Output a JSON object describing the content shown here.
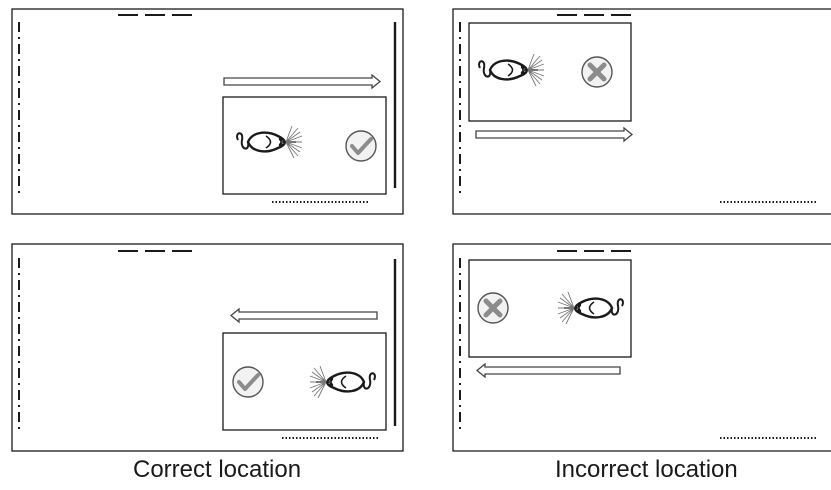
{
  "captions": {
    "left": "Correct location",
    "right": "Incorrect location"
  },
  "panels": [
    {
      "id": "top-left",
      "condition": "correct",
      "arrow": "right",
      "subpanel": "bottom-right",
      "mouse_facing": "right",
      "marker": "check-icon"
    },
    {
      "id": "top-right",
      "condition": "incorrect",
      "arrow": "right",
      "subpanel": "top-left",
      "mouse_facing": "right",
      "marker": "cross-icon"
    },
    {
      "id": "bottom-left",
      "condition": "correct",
      "arrow": "left",
      "subpanel": "bottom-right",
      "mouse_facing": "left",
      "marker": "check-icon"
    },
    {
      "id": "bottom-right",
      "condition": "incorrect",
      "arrow": "left",
      "subpanel": "top-left",
      "mouse_facing": "left",
      "marker": "cross-icon"
    }
  ],
  "colors": {
    "line": "#1a1a1a",
    "marker_fill": "#8c8c8c",
    "marker_bg": "#f2f2f2"
  }
}
